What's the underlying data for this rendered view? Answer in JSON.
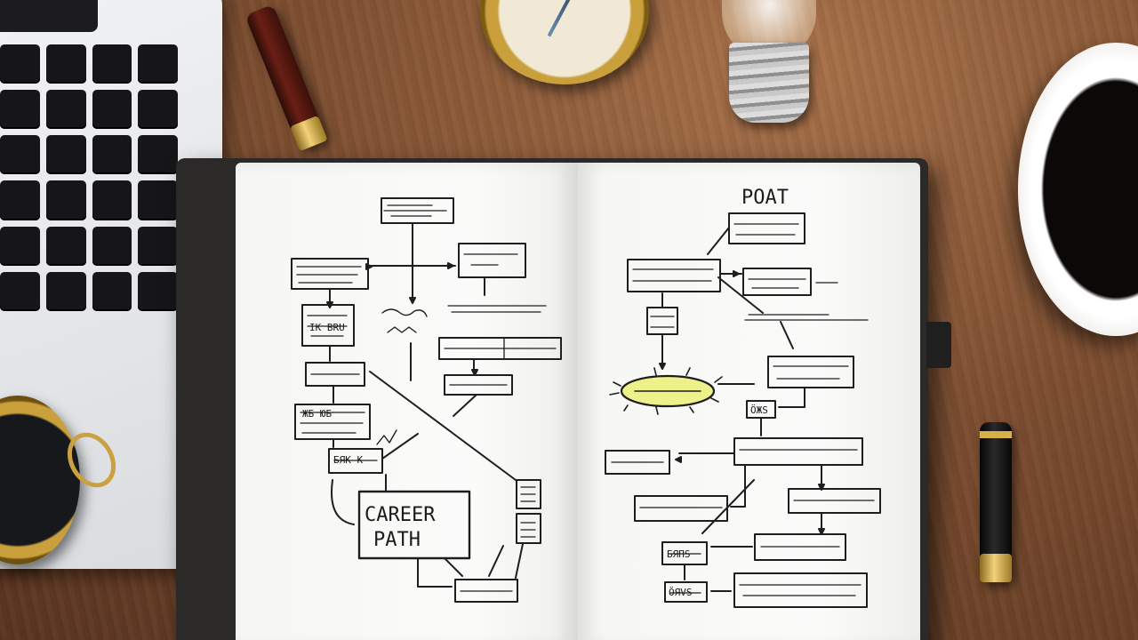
{
  "scene": {
    "notebook_texts": {
      "career_path_top": "CAREER",
      "career_path_bottom": "PATH",
      "right_heading": "POAT"
    },
    "highlight_color": "#eef089"
  }
}
